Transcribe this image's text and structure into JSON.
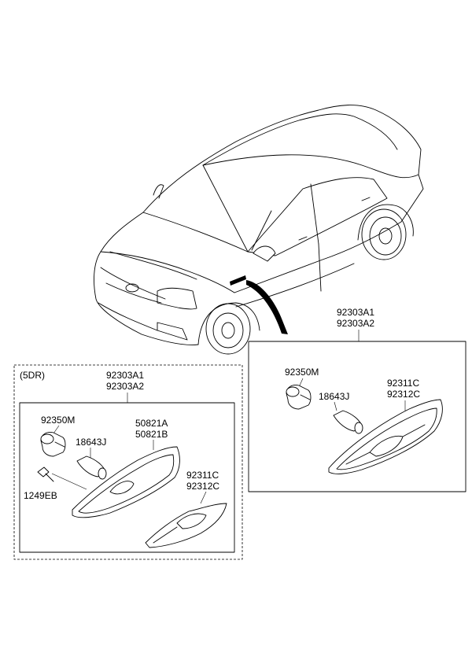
{
  "left_box": {
    "variant_label": "(5DR)",
    "assembly_code_1": "92303A1",
    "assembly_code_2": "92303A2",
    "parts": {
      "socket": "92350M",
      "bulb": "18643J",
      "bezel_1": "50821A",
      "bezel_2": "50821B",
      "screw": "1249EB",
      "lamp_1": "92311C",
      "lamp_2": "92312C"
    }
  },
  "right_box": {
    "assembly_code_1": "92303A1",
    "assembly_code_2": "92303A2",
    "parts": {
      "socket": "92350M",
      "bulb": "18643J",
      "lamp_1": "92311C",
      "lamp_2": "92312C"
    }
  }
}
